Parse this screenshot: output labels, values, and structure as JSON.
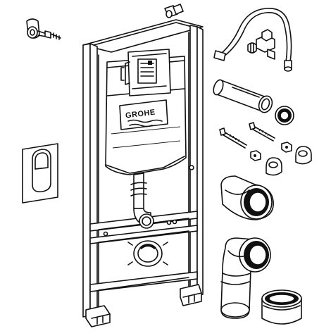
{
  "brand": {
    "logo_text": "GROHE"
  },
  "parts": [
    {
      "name": "wall-anchor-bracket"
    },
    {
      "name": "installation-frame"
    },
    {
      "name": "cistern"
    },
    {
      "name": "flush-plate"
    },
    {
      "name": "supply-hose"
    },
    {
      "name": "angle-valve"
    },
    {
      "name": "flush-bend-pipe"
    },
    {
      "name": "seal-ring"
    },
    {
      "name": "fixing-bolts"
    },
    {
      "name": "nuts"
    },
    {
      "name": "cap-nuts"
    },
    {
      "name": "connector-sleeve"
    },
    {
      "name": "drain-elbow"
    },
    {
      "name": "protective-cap"
    }
  ]
}
